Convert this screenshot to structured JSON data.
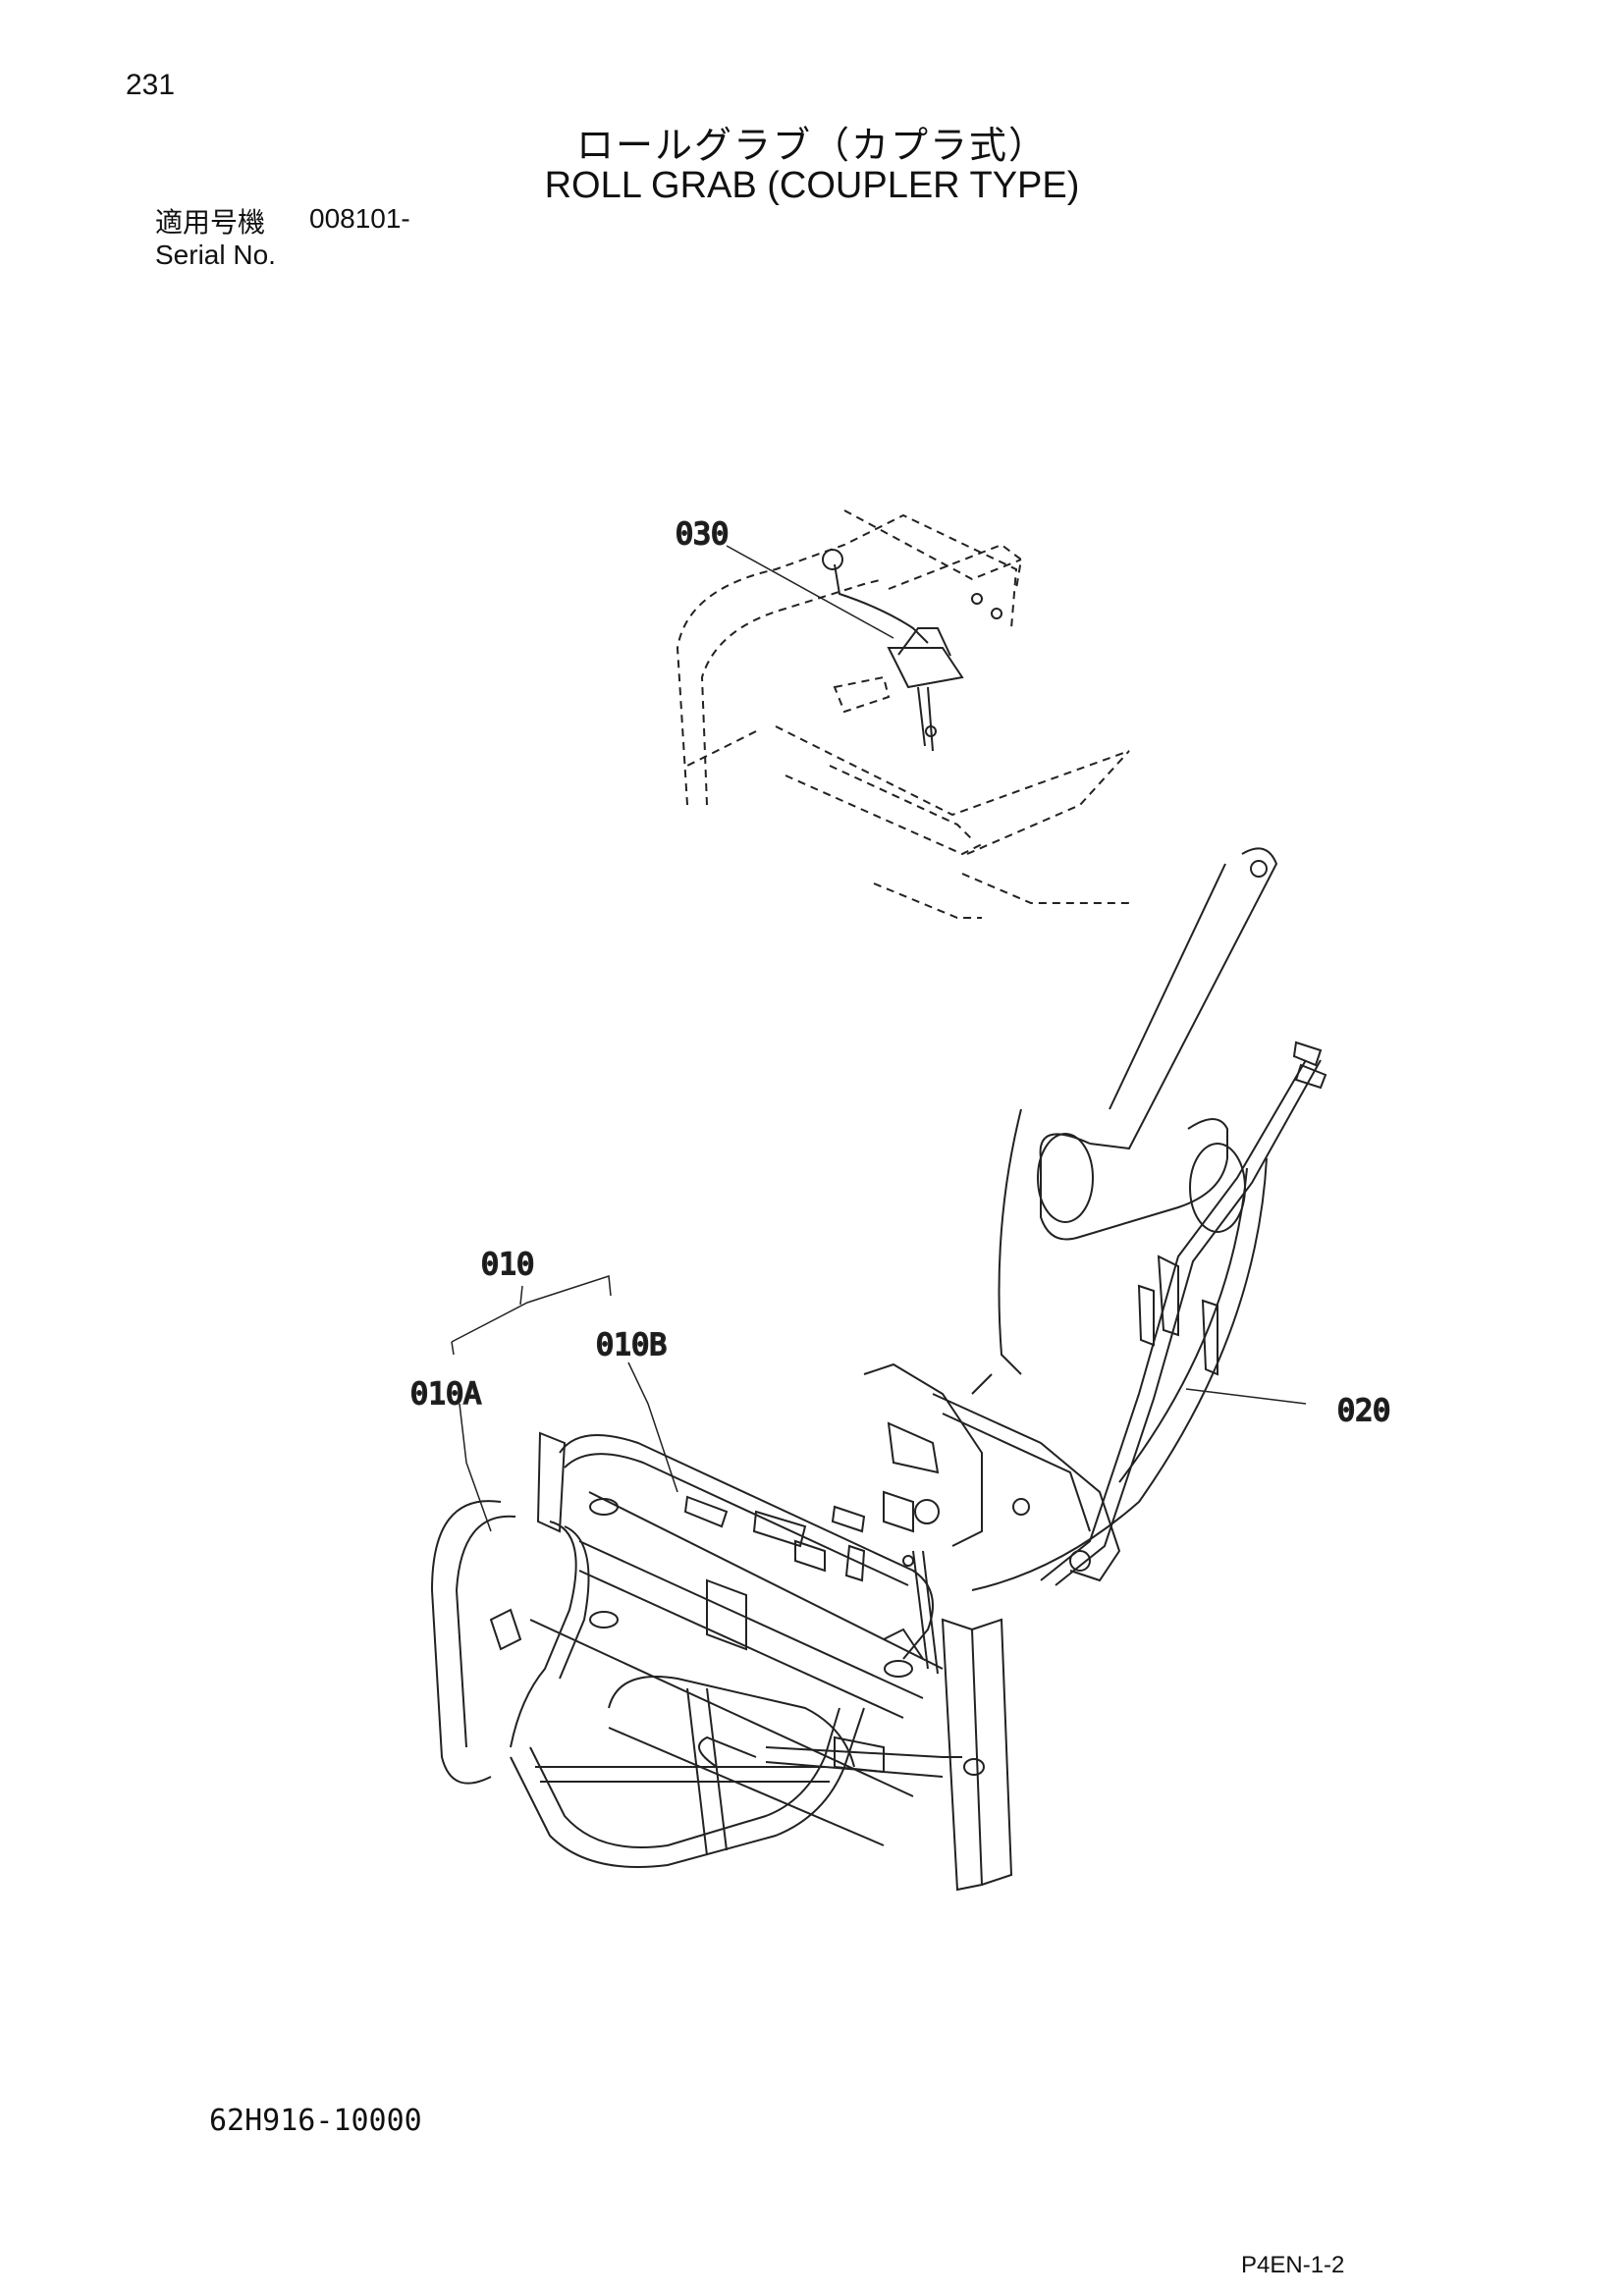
{
  "header": {
    "page_number": "231",
    "title_jp": "ロールグラブ（カプラ式）",
    "title_en": "ROLL GRAB (COUPLER TYPE)",
    "serial_label_jp": "適用号機",
    "serial_value": "008101-",
    "serial_label_en": "Serial No."
  },
  "drawing": {
    "callouts": {
      "c030": "030",
      "c010": "010",
      "c010B": "010B",
      "c010A": "010A",
      "c020": "020"
    }
  },
  "footer": {
    "drawing_number": "62H916-10000",
    "page_code": "P4EN-1-2"
  }
}
